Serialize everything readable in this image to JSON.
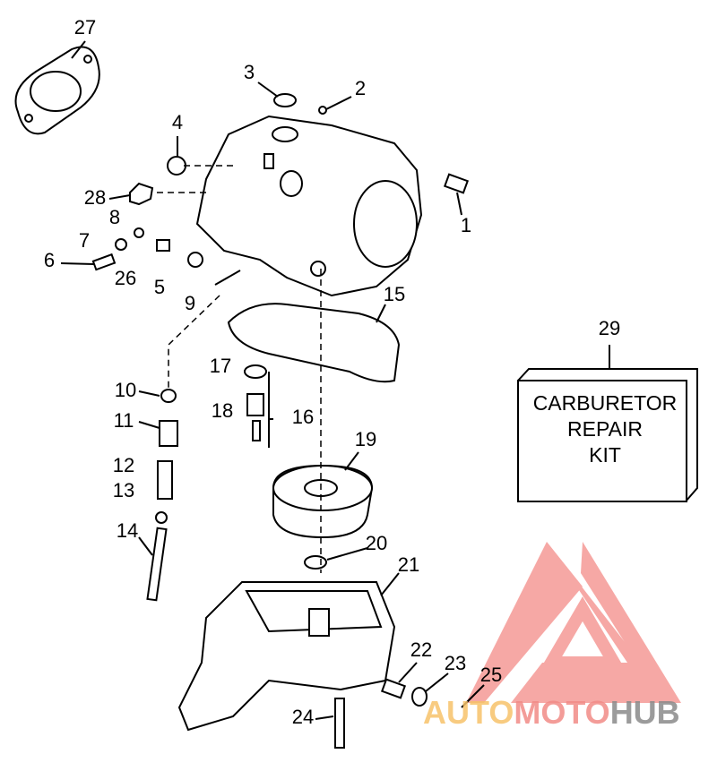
{
  "diagram": {
    "callouts": [
      "1",
      "2",
      "3",
      "4",
      "5",
      "6",
      "7",
      "8",
      "9",
      "10",
      "11",
      "12",
      "13",
      "14",
      "15",
      "16",
      "17",
      "18",
      "19",
      "20",
      "21",
      "22",
      "23",
      "24",
      "25",
      "26",
      "27",
      "28",
      "29"
    ],
    "kit_label": [
      "CARBURETOR",
      "REPAIR",
      "KIT"
    ]
  },
  "watermark": {
    "parts": [
      "AUTO",
      "MOTO",
      "HUB"
    ],
    "colors": [
      "#f7c36a",
      "#f28b87",
      "#8a8a8a"
    ],
    "logo_color": "#f59a96"
  }
}
